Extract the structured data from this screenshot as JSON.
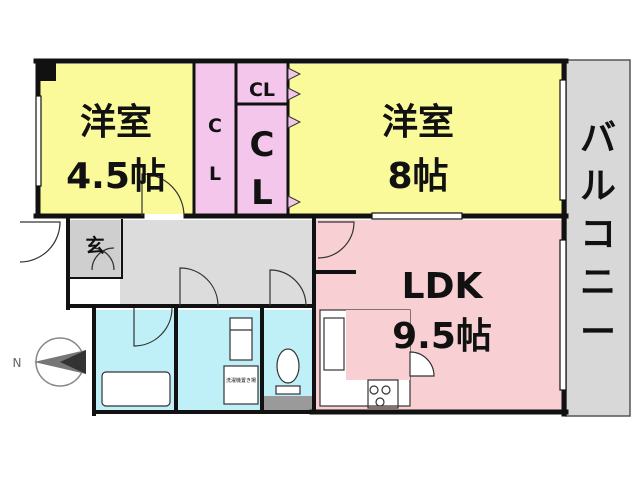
{
  "colors": {
    "western_room": "#fbfa9a",
    "closet": "#f5c6ec",
    "ldk": "#f8d0d3",
    "wet_area": "#bfeff7",
    "corridor": "#dcdcdc",
    "genkan": "#cfcfcf",
    "balcony": "#d8d8d8",
    "wall": "#111111"
  },
  "rooms": {
    "western_small": {
      "name": "洋室",
      "size": "4.5帖"
    },
    "western_large": {
      "name": "洋室",
      "size": "8帖"
    },
    "closet_small": {
      "label": "CL"
    },
    "closet_left": {
      "top": "C",
      "bottom": "L"
    },
    "closet_right": {
      "top": "C",
      "bottom": "L"
    },
    "ldk": {
      "name": "LDK",
      "size": "9.5帖"
    },
    "genkan": {
      "label": "玄"
    },
    "balcony": {
      "chars": [
        "バ",
        "ル",
        "コ",
        "ニ",
        "ー"
      ]
    },
    "washroom": {
      "note": "洗濯機置き場"
    }
  },
  "compass": {
    "label": "N"
  }
}
